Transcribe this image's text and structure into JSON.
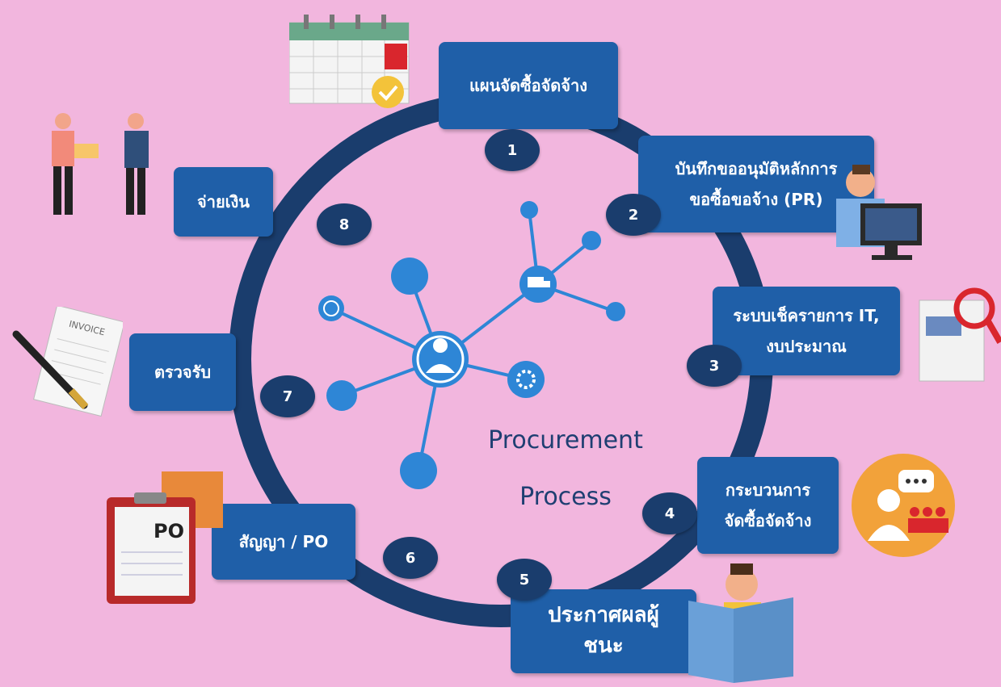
{
  "center": {
    "line1": "Procurement",
    "line2": "Process"
  },
  "steps": [
    {
      "number": "1",
      "lines": [
        "แผนจัดซื้อจัดจ้าง"
      ]
    },
    {
      "number": "2",
      "lines": [
        "บันทึกขออนุมัติหลักการ",
        "ขอซื้อขอจ้าง (PR)"
      ]
    },
    {
      "number": "3",
      "lines": [
        "ระบบเช็ครายการ IT,",
        "งบประมาณ"
      ]
    },
    {
      "number": "4",
      "lines": [
        "กระบวนการ",
        "จัดซื้อจัดจ้าง"
      ]
    },
    {
      "number": "5",
      "lines": [
        "ประกาศผลผู้",
        "ชนะ"
      ]
    },
    {
      "number": "6",
      "lines": [
        "สัญญา / PO"
      ]
    },
    {
      "number": "7",
      "lines": [
        "ตรวจรับ"
      ]
    },
    {
      "number": "8",
      "lines": [
        "จ่ายเงิน"
      ]
    }
  ],
  "illustrations": {
    "invoice_label": "INVOICE",
    "po_label": "PO",
    "calendar_icon": "calendar-check-icon",
    "handover_icon": "people-handover-icon",
    "computer_icon": "person-at-computer-icon",
    "magnifier_icon": "document-magnifier-icon",
    "meeting_icon": "people-chat-icon",
    "folder_icon": "person-folder-icon"
  },
  "colors": {
    "background": "#f2b6de",
    "box": "#1f5fa8",
    "ring": "#1a3d6d",
    "node": "#2e86d6",
    "text": "#1f3f72"
  }
}
